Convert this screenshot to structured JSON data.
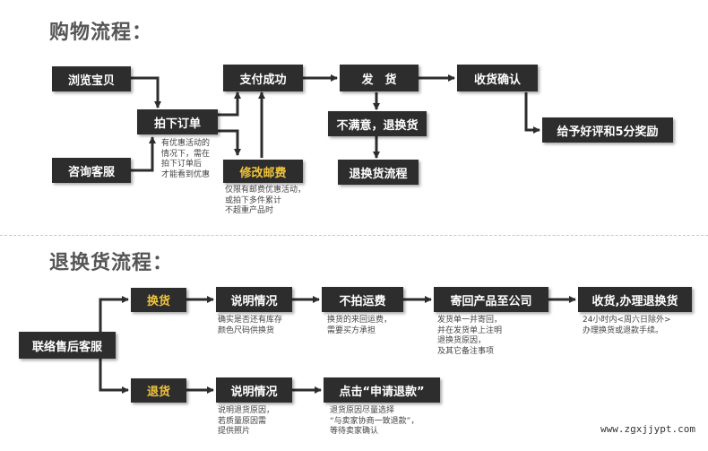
{
  "shopping": {
    "title": "购物流程：",
    "nodes": {
      "browse": "浏览宝贝",
      "consult": "咨询客服",
      "order": "拍下订单",
      "pay": "支付成功",
      "ship": "发　货",
      "receive": "收货确认",
      "praise": "给予好评和5分奖励",
      "unsatisfied": "不满意，退换货",
      "return_flow": "退换货流程",
      "modify_postage": "修改邮费"
    },
    "notes": {
      "discount": "有优惠活动的\n情况下，需在\n拍下订单后\n才能看到优惠",
      "postage": "仅限有邮费优惠活动，\n或拍下多件累计\n不超重产品时"
    }
  },
  "returns": {
    "title": "退换货流程：",
    "nodes": {
      "contact": "联络售后客服",
      "exchange": "换货",
      "refund": "退货",
      "explain_exchange": "说明情况",
      "no_shipping_fee": "不拍运费",
      "send_back": "寄回产品至公司",
      "receive_process": "收货,办理退换货",
      "explain_refund": "说明情况",
      "apply_refund": "点击“申请退款”"
    },
    "notes": {
      "explain_exchange": "确实是否还有库存\n颜色尺码供换货",
      "no_shipping_fee": "换货的来回运费，\n需要买方承担",
      "send_back": "发货单一并寄回，\n并在发货单上注明\n退换货原因，\n及其它备注事项",
      "receive_process": "24小时内<周六日除外>\n办理换货或退款手续。",
      "explain_refund": "说明退货原因，\n若质量原因需\n提供照片",
      "apply_refund": "退货原因尽量选择\n“与卖家协商一致退款”，\n等待卖家确认"
    }
  },
  "watermark": "www.zgxjjypt.com",
  "colors": {
    "box": "#2d2d2d",
    "box_text": "#ffffff",
    "accent_text": "#f0c43c",
    "arrow": "#2d2d2d",
    "heading": "#555555"
  }
}
